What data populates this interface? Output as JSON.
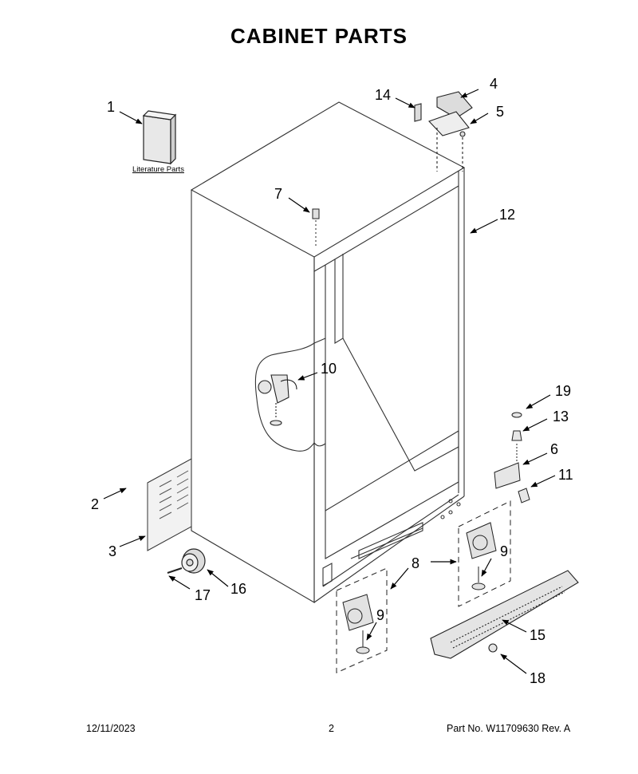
{
  "title": "CABINET PARTS",
  "literature_label": "Literature Parts",
  "callouts": {
    "c1": "1",
    "c2": "2",
    "c3": "3",
    "c4": "4",
    "c5": "5",
    "c6": "6",
    "c7": "7",
    "c8": "8",
    "c9a": "9",
    "c9b": "9",
    "c10": "10",
    "c11": "11",
    "c12": "12",
    "c13": "13",
    "c14": "14",
    "c15": "15",
    "c16": "16",
    "c17": "17",
    "c18": "18",
    "c19": "19"
  },
  "footer": {
    "date": "12/11/2023",
    "page": "2",
    "part_no": "Part No.  W11709630  Rev.  A"
  }
}
